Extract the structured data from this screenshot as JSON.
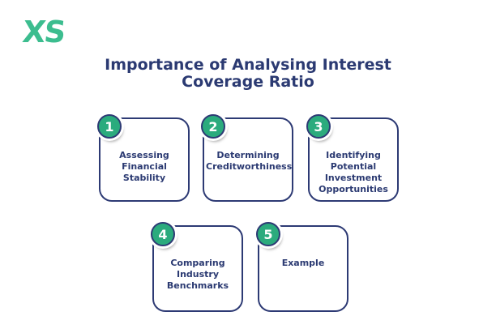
{
  "logo": {
    "text": "XS"
  },
  "title": {
    "line1": "Importance of Analysing Interest",
    "line2": "Coverage Ratio"
  },
  "colors": {
    "logo_green": "#3CBD8F",
    "badge_green": "#2BAB7D",
    "navy_border": "#2D3A74",
    "navy_text": "#2B3A72",
    "background": "#FFFFFF"
  },
  "cards": [
    {
      "number": "1",
      "label": "Assessing\nFinancial\nStability"
    },
    {
      "number": "2",
      "label": "Determining\nCreditworthiness"
    },
    {
      "number": "3",
      "label": "Identifying\nPotential\nInvestment\nOpportunities"
    },
    {
      "number": "4",
      "label": "Comparing\nIndustry\nBenchmarks"
    },
    {
      "number": "5",
      "label": "Example"
    }
  ]
}
